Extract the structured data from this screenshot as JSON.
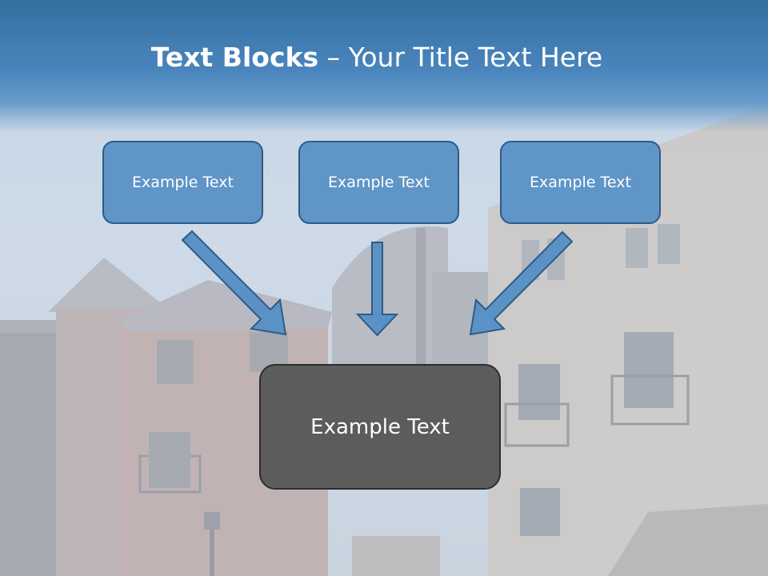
{
  "slide": {
    "title_bold": "Text Blocks",
    "title_separator": " – ",
    "title_rest": "Your Title Text Here"
  },
  "blocks": {
    "top": [
      {
        "label": "Example Text"
      },
      {
        "label": "Example Text"
      },
      {
        "label": "Example Text"
      }
    ],
    "bottom": {
      "label": "Example Text"
    }
  },
  "colors": {
    "header": "#4a86bd",
    "top_box_fill": "#5f95c7",
    "top_box_border": "#2e5b86",
    "bottom_box_fill": "#5c5c5c",
    "arrow_fill": "#5b92c6",
    "arrow_stroke": "#2e5b86"
  }
}
